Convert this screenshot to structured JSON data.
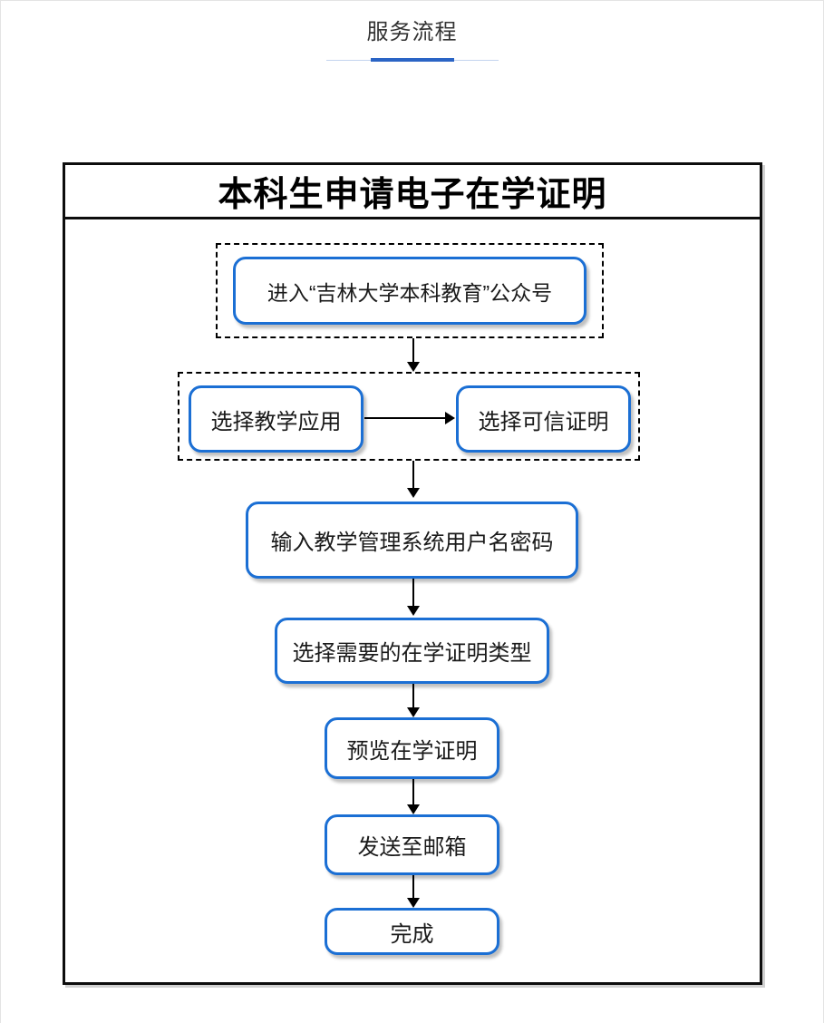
{
  "header": {
    "tab_label": "服务流程"
  },
  "flowchart": {
    "title": "本科生申请电子在学证明",
    "steps": {
      "enter_account": "进入“吉林大学本科教育”公众号",
      "choose_app": "选择教学应用",
      "choose_cert": "选择可信证明",
      "login": "输入教学管理系统用户名密码",
      "choose_type": "选择需要的在学证明类型",
      "preview": "预览在学证明",
      "send_email": "发送至邮箱",
      "done": "完成"
    }
  },
  "colors": {
    "accent_blue": "#1b6fd4",
    "underline_active": "#2a64c5",
    "underline_track": "#c3d4ee",
    "frame_border": "#0d0d0d"
  }
}
